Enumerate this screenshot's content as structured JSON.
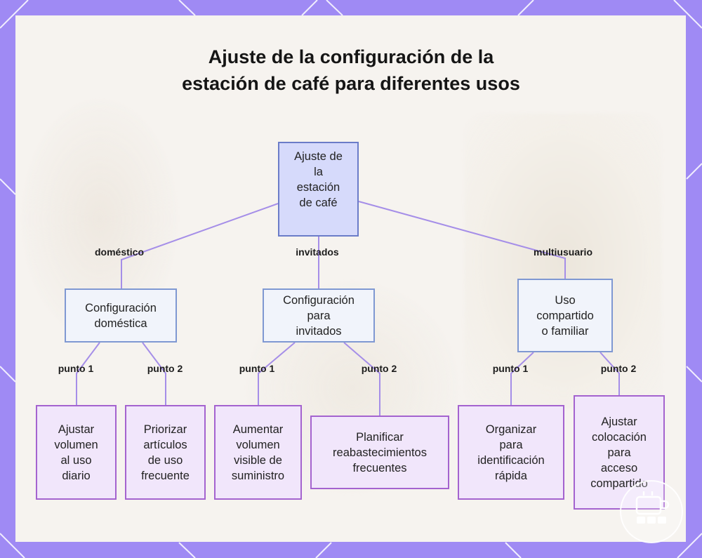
{
  "title": "Ajuste de la configuración de la estación de café para diferentes usos",
  "colors": {
    "frame": "#9f8af4",
    "edge": "#a58ee8",
    "root_fill": "#d6dafb",
    "root_border": "#6b7cc8",
    "mid_fill": "#f1f4fb",
    "mid_border": "#7f98d2",
    "leaf_fill": "#f1e6fb",
    "leaf_border": "#a463cf"
  },
  "diagram": {
    "root": {
      "id": "root",
      "label": "Ajuste de la estación de café"
    },
    "branches": [
      {
        "id": "b1",
        "edge_label": "doméstico",
        "label": "Configuración doméstica"
      },
      {
        "id": "b2",
        "edge_label": "invitados",
        "label": "Configuración para invitados"
      },
      {
        "id": "b3",
        "edge_label": "multiusuario",
        "label": "Uso compartido o familiar"
      }
    ],
    "leaves": [
      {
        "id": "l1",
        "parent": "b1",
        "edge_label": "punto 1",
        "label": "Ajustar volumen al uso diario"
      },
      {
        "id": "l2",
        "parent": "b1",
        "edge_label": "punto 2",
        "label": "Priorizar artículos de uso frecuente"
      },
      {
        "id": "l3",
        "parent": "b2",
        "edge_label": "punto 1",
        "label": "Aumentar volumen visible de suministro"
      },
      {
        "id": "l4",
        "parent": "b2",
        "edge_label": "punto 2",
        "label": "Planificar reabastecimientos frecuentes"
      },
      {
        "id": "l5",
        "parent": "b3",
        "edge_label": "punto 1",
        "label": "Organizar para identificación rápida"
      },
      {
        "id": "l6",
        "parent": "b3",
        "edge_label": "punto 2",
        "label": "Ajustar colocación para acceso compartido"
      }
    ]
  },
  "badge": {
    "icon": "coffee-station-icon"
  }
}
